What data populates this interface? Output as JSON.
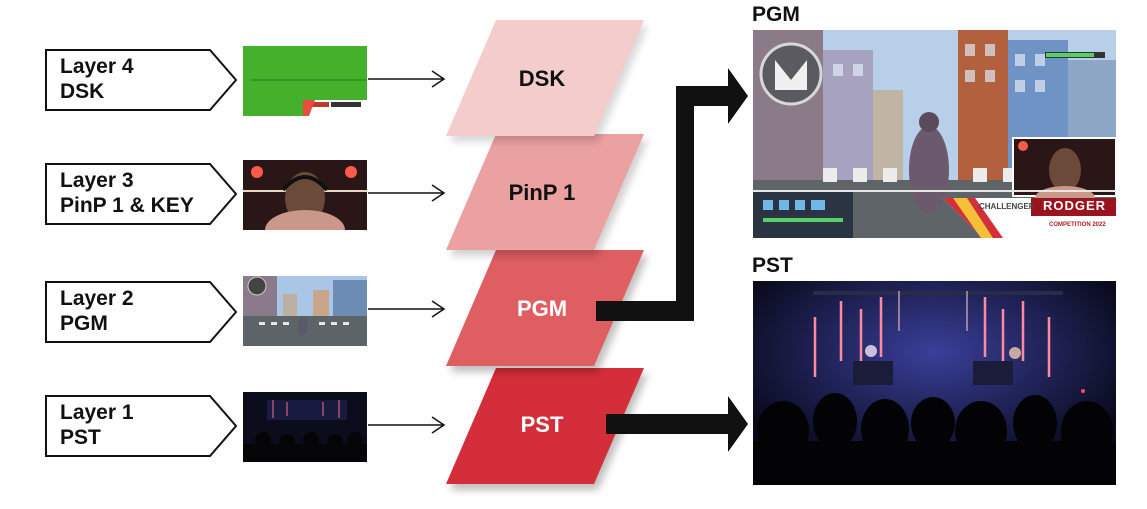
{
  "inputs": [
    {
      "line1": "Layer 4",
      "line2": "DSK"
    },
    {
      "line1": "Layer 3",
      "line2": "PinP 1 & KEY"
    },
    {
      "line1": "Layer 2",
      "line2": "PGM"
    },
    {
      "line1": "Layer 1",
      "line2": "PST"
    }
  ],
  "layers": [
    {
      "label": "DSK",
      "color": "#f4cccc",
      "text_color": "#111111"
    },
    {
      "label": "PinP 1",
      "color": "#eba1a1",
      "text_color": "#111111"
    },
    {
      "label": "PGM",
      "color": "#df5e62",
      "text_color": "#ffffff"
    },
    {
      "label": "PST",
      "color": "#d42e3a",
      "text_color": "#ffffff"
    }
  ],
  "outputs": {
    "pgm": {
      "title": "PGM",
      "overlay": {
        "tag": "CHALLENGER",
        "name": "RODGER",
        "sub": "COMPETITION 2022"
      }
    },
    "pst": {
      "title": "PST"
    }
  }
}
